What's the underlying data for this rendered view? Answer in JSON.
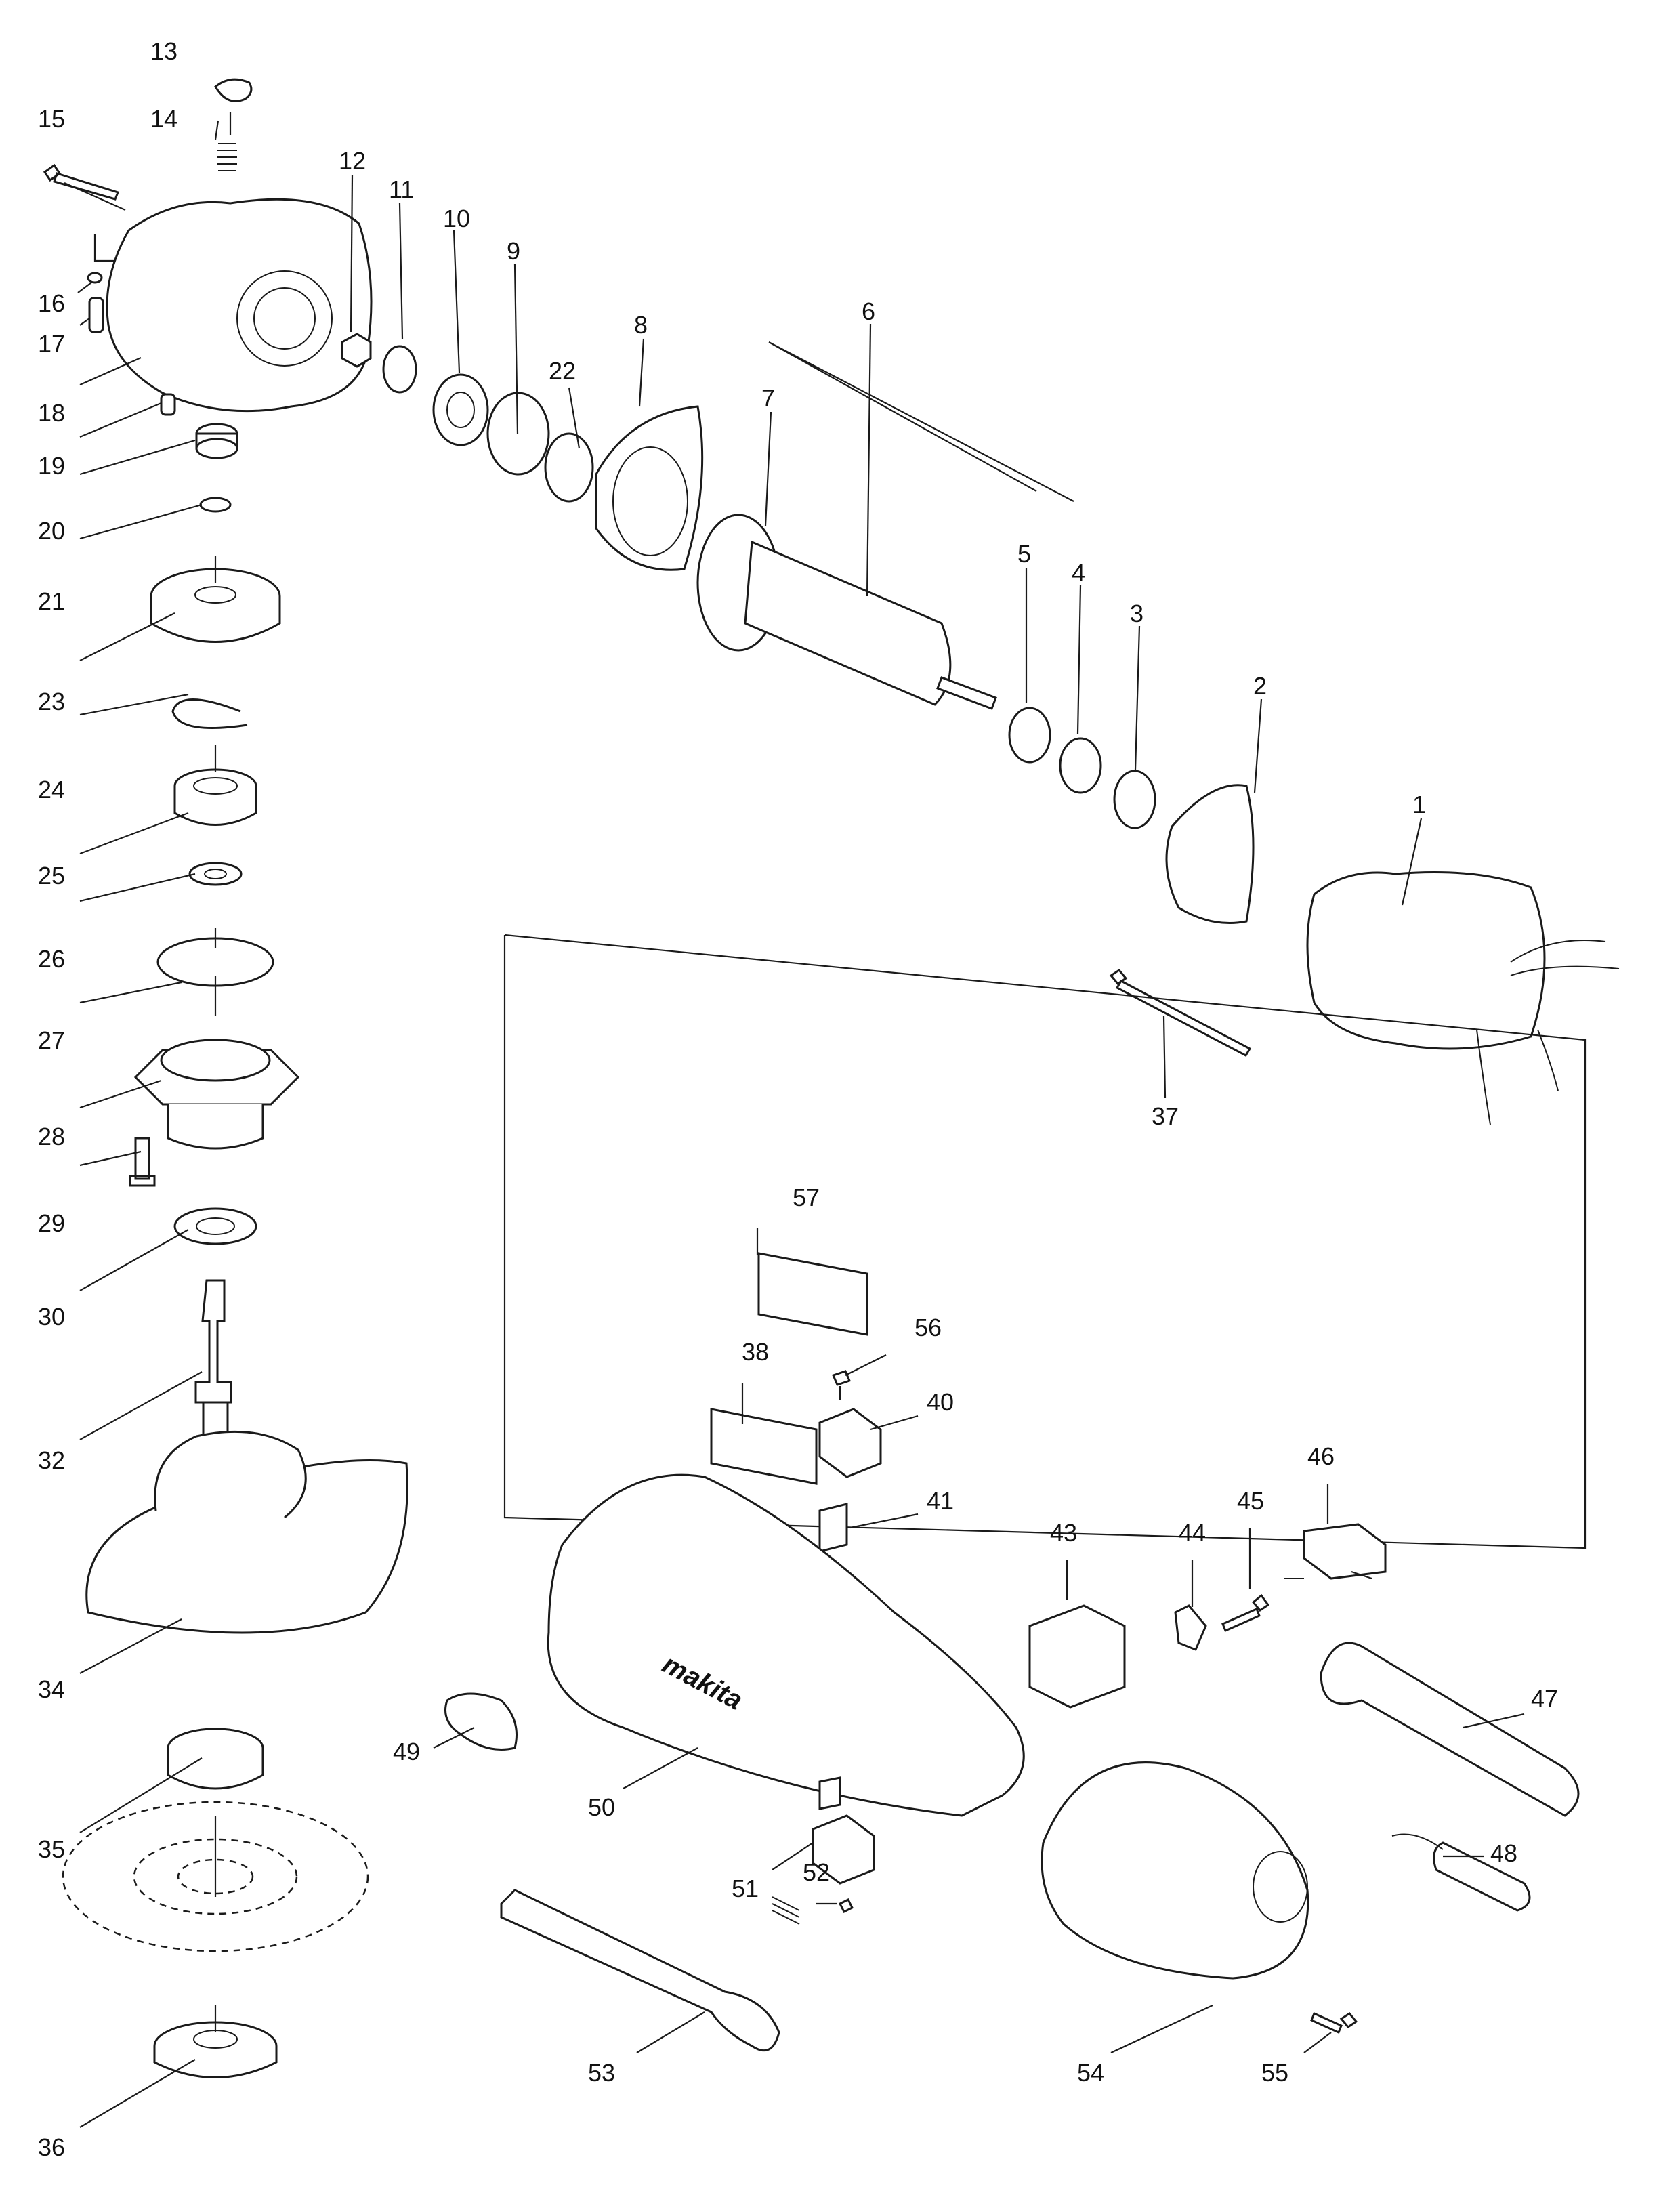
{
  "diagram": {
    "brand_logo": "makita",
    "callouts": [
      "1",
      "2",
      "3",
      "4",
      "5",
      "6",
      "7",
      "8",
      "9",
      "10",
      "11",
      "12",
      "13",
      "14",
      "15",
      "16",
      "17",
      "18",
      "19",
      "20",
      "21",
      "22",
      "23",
      "24",
      "25",
      "26",
      "27",
      "28",
      "29",
      "30",
      "32",
      "34",
      "35",
      "36",
      "37",
      "38",
      "40",
      "41",
      "43",
      "44",
      "45",
      "46",
      "47",
      "48",
      "49",
      "50",
      "51",
      "52",
      "53",
      "54",
      "55",
      "56",
      "57"
    ]
  }
}
